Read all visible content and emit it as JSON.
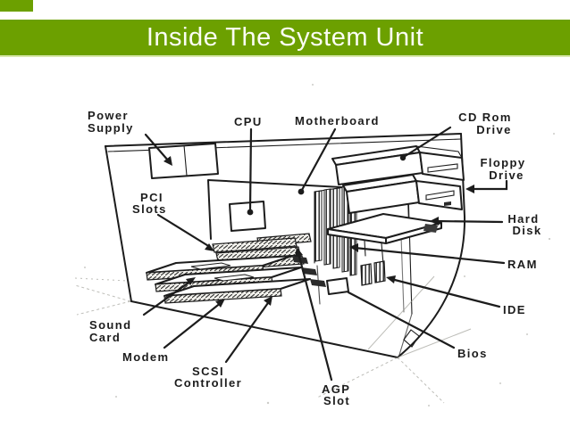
{
  "slide": {
    "title": "Inside The System Unit"
  },
  "colors": {
    "accent_green": "#6CA000",
    "accent_green_edge": "#D8E7AB",
    "ink": "#1C1C1C",
    "paper": "#FFFFFF",
    "title_text": "#FBFDF4"
  },
  "diagram": {
    "labels": {
      "power_supply": {
        "line1": "Power",
        "line2": "Supply"
      },
      "cpu": {
        "line1": "CPU"
      },
      "motherboard": {
        "line1": "Motherboard"
      },
      "cd_rom": {
        "line1": "CD Rom",
        "line2": "Drive"
      },
      "floppy": {
        "line1": "Floppy",
        "line2": "Drive"
      },
      "hard_disk": {
        "line1": "Hard",
        "line2": "Disk"
      },
      "ram": {
        "line1": "RAM"
      },
      "ide": {
        "line1": "IDE"
      },
      "bios": {
        "line1": "Bios"
      },
      "agp": {
        "line1": "AGP",
        "line2": "Slot"
      },
      "scsi": {
        "line1": "SCSI",
        "line2": "Controller"
      },
      "modem": {
        "line1": "Modem"
      },
      "sound_card": {
        "line1": "Sound",
        "line2": "Card"
      },
      "pci_slots": {
        "line1": "PCI",
        "line2": "Slots"
      }
    }
  }
}
